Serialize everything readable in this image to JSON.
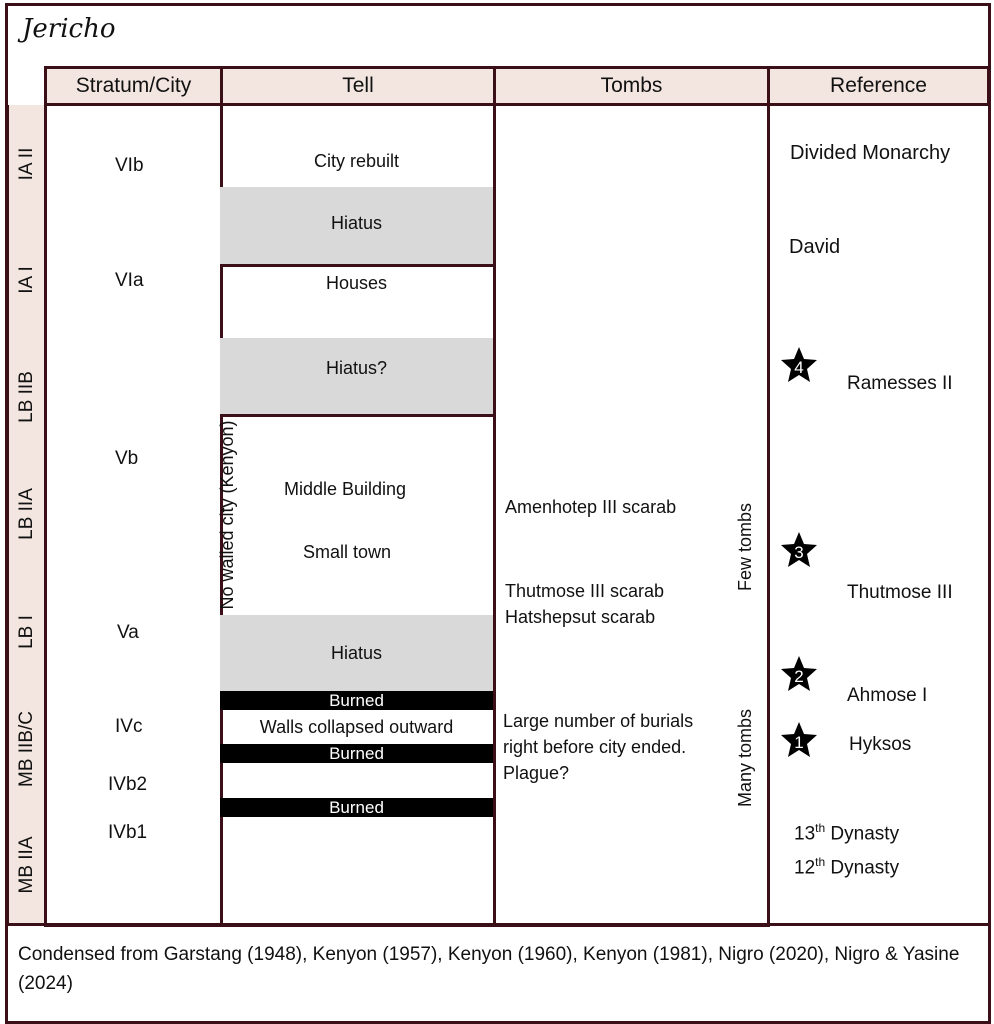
{
  "title": "Jericho",
  "headers": [
    "Stratum/City",
    "Tell",
    "Tombs",
    "Reference"
  ],
  "periods": [
    "IA II",
    "IA I",
    "LB IIB",
    "LB IIA",
    "LB I",
    "MB IIB/C",
    "MB IIA"
  ],
  "strata": [
    "VIb",
    "VIa",
    "Vb",
    "Va",
    "IVc",
    "IVb2",
    "IVb1"
  ],
  "tell": {
    "city_rebuilt": "City rebuilt",
    "hiatus1": "Hiatus",
    "houses": "Houses",
    "hiatus2": "Hiatus?",
    "no_walled": "No walled city (Kenyon)",
    "middle_building": "Middle Building",
    "small_town": "Small town",
    "hiatus3": "Hiatus",
    "burned1": "Burned",
    "walls": "Walls collapsed outward",
    "burned2": "Burned",
    "burned3": "Burned"
  },
  "tombs": {
    "amenhotep": "Amenhotep III scarab",
    "thutmose": "Thutmose III scarab",
    "hatshepsut": "Hatshepsut scarab",
    "burials": [
      "Large number of burials",
      "right before city ended.",
      "Plague?"
    ],
    "few": "Few tombs",
    "many": "Many tombs"
  },
  "reference": {
    "divided": "Divided Monarchy",
    "david": "David",
    "ramesses": "Ramesses II",
    "thutmose": "Thutmose III",
    "ahmose": "Ahmose I",
    "hyksos": "Hyksos",
    "d13_num": "13",
    "d12_num": "12",
    "th": "th",
    "dynasty": " Dynasty",
    "stars": [
      "1",
      "2",
      "3",
      "4"
    ]
  },
  "footer": "Condensed from Garstang (1948), Kenyon (1957), Kenyon (1960), Kenyon (1981), Nigro (2020), Nigro & Yasine (2024)"
}
